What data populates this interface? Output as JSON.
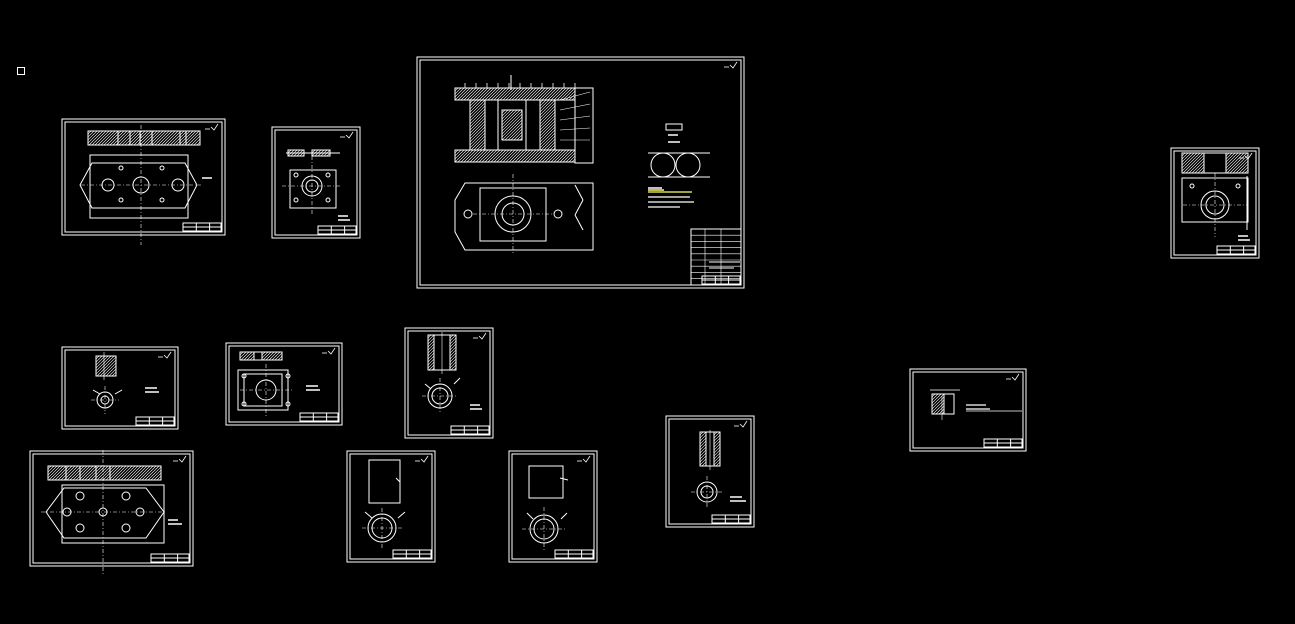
{
  "viewport": {
    "background": "#000000",
    "line_color": "#ffffff",
    "accent_color": "#ffff66"
  },
  "marker": {
    "icon": "ucs-square-icon"
  },
  "sheets": [
    {
      "name": "sheet-assembly-main"
    },
    {
      "name": "sheet-plate-top-left"
    },
    {
      "name": "sheet-plate-small"
    },
    {
      "name": "sheet-part-right-top"
    },
    {
      "name": "sheet-detail-a"
    },
    {
      "name": "sheet-detail-b"
    },
    {
      "name": "sheet-detail-c"
    },
    {
      "name": "sheet-plate-bottom-left"
    },
    {
      "name": "sheet-round-1"
    },
    {
      "name": "sheet-round-2"
    },
    {
      "name": "sheet-round-3"
    },
    {
      "name": "sheet-profile-right"
    }
  ]
}
